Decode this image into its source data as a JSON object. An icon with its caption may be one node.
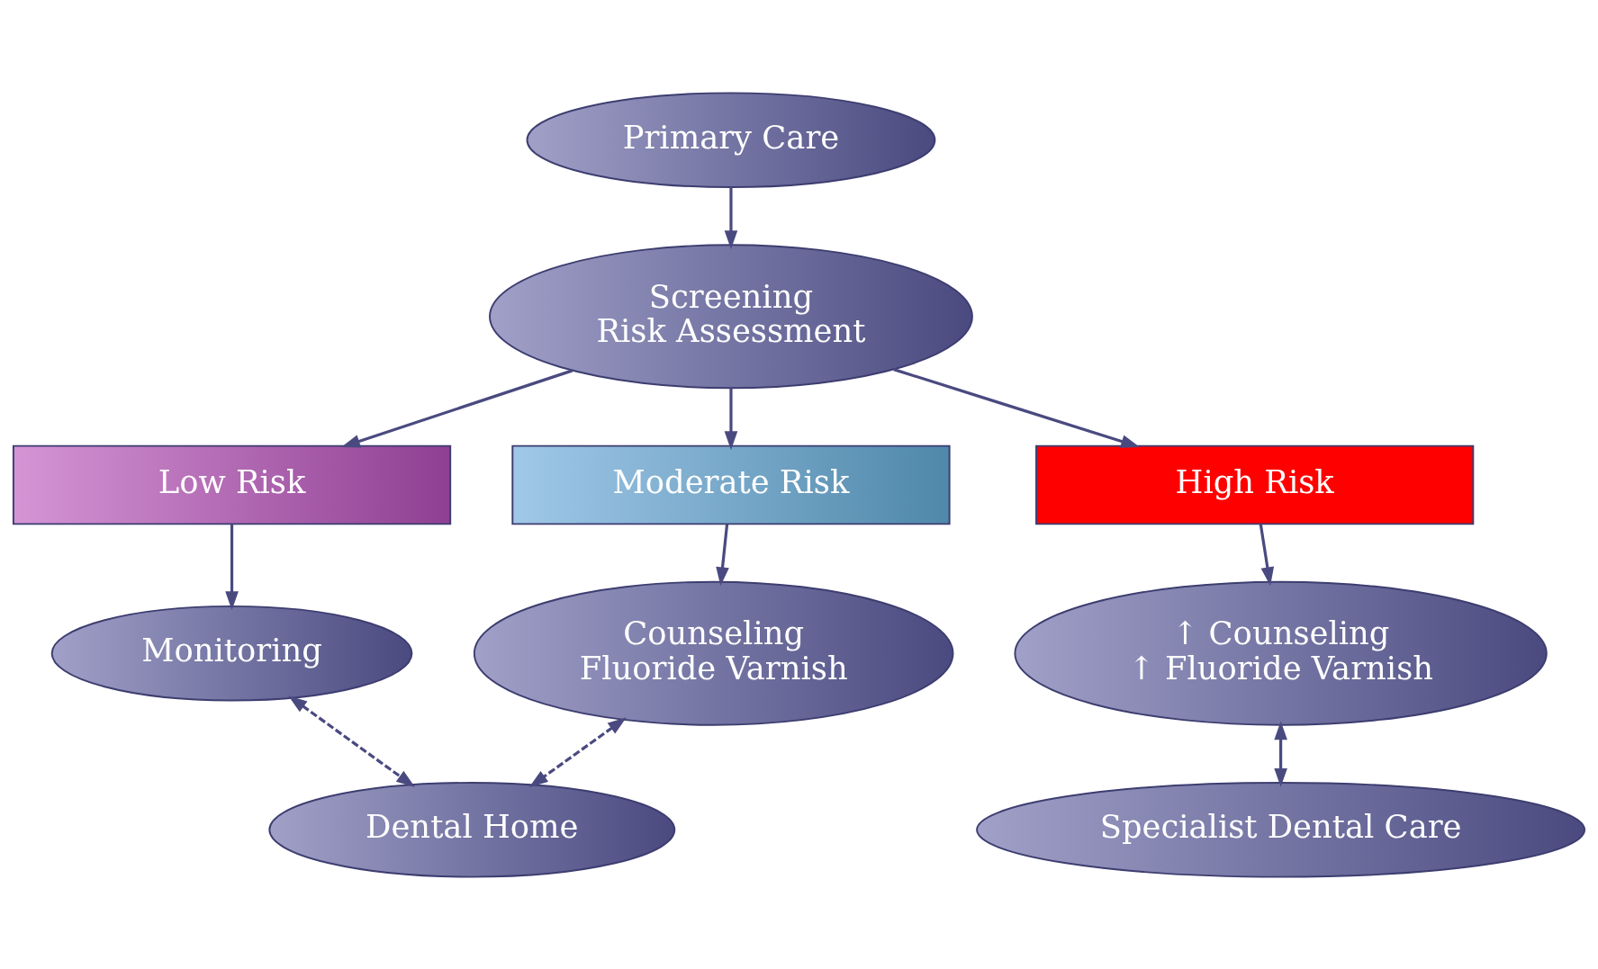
{
  "diagram": {
    "nodes": [
      {
        "text": [
          "Primary Care"
        ]
      },
      {
        "text": [
          "Screening",
          "Risk Assessment"
        ]
      },
      {
        "text": [
          "Low Risk"
        ]
      },
      {
        "text": [
          "Moderate Risk"
        ]
      },
      {
        "text": [
          "High Risk"
        ]
      },
      {
        "text": [
          "Monitoring"
        ]
      },
      {
        "text": [
          "Counseling",
          "Fluoride Varnish"
        ]
      },
      {
        "text": [
          "↑ Counseling",
          "↑ Fluoride Varnish"
        ]
      },
      {
        "text": [
          "Dental Home"
        ]
      },
      {
        "text": [
          "Specialist Dental Care"
        ]
      }
    ],
    "edges": [
      {
        "from": 0,
        "to": 1,
        "arrow": "to"
      },
      {
        "from": 1,
        "to": 2,
        "arrow": "to"
      },
      {
        "from": 1,
        "to": 3,
        "arrow": "to"
      },
      {
        "from": 1,
        "to": 4,
        "arrow": "to"
      },
      {
        "from": 2,
        "to": 5,
        "arrow": "to"
      },
      {
        "from": 3,
        "to": 6,
        "arrow": "to"
      },
      {
        "from": 4,
        "to": 7,
        "arrow": "to"
      },
      {
        "from": 5,
        "to": 8,
        "arrow": "both",
        "style": "dashed"
      },
      {
        "from": 6,
        "to": 8,
        "arrow": "both",
        "style": "dashed"
      },
      {
        "from": 7,
        "to": 9,
        "arrow": "both"
      }
    ]
  }
}
